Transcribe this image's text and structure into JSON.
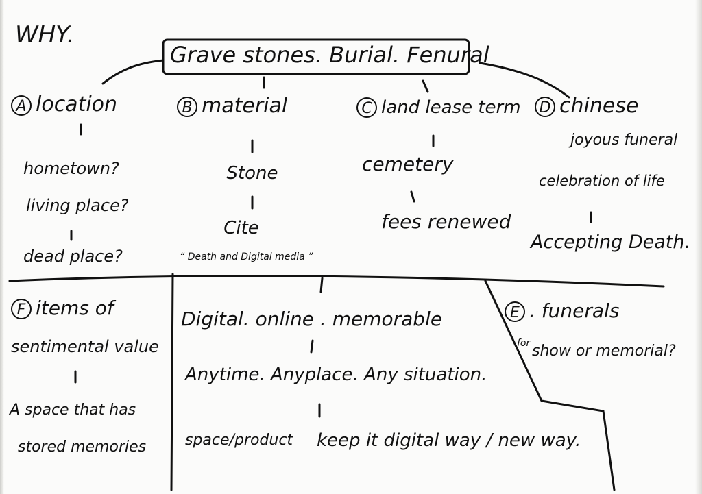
{
  "title": "WHY.",
  "central": "Grave stones. Burial. Fenural",
  "branches": {
    "a": {
      "letter": "A",
      "label": "location",
      "items": [
        "hometown?",
        "living place?",
        "dead place?"
      ]
    },
    "b": {
      "letter": "B",
      "label": "material",
      "items": [
        "Stone",
        "Cite"
      ],
      "quote": "“ Death and Digital media ”"
    },
    "c": {
      "letter": "C",
      "label": "land lease term",
      "items": [
        "cemetery",
        "fees renewed"
      ]
    },
    "d": {
      "letter": "D",
      "label": "chinese",
      "items": [
        "joyous funeral",
        "celebration of life",
        "Accepting Death."
      ]
    }
  },
  "bottom": {
    "f": {
      "letter": "F",
      "lines": [
        "items of",
        "sentimental value"
      ],
      "items": [
        "A space that has",
        "stored memories"
      ]
    },
    "middle": [
      "Digital. online . memorable",
      "Anytime. Anyplace. Any situation.",
      "space/product",
      "keep it digital way / new way."
    ],
    "e": {
      "letter": "E",
      "label": ". funerals",
      "note": "for",
      "line2": "show or memorial?"
    }
  },
  "colors": {
    "ink": "#111111",
    "paper": "#fbfbfa"
  }
}
